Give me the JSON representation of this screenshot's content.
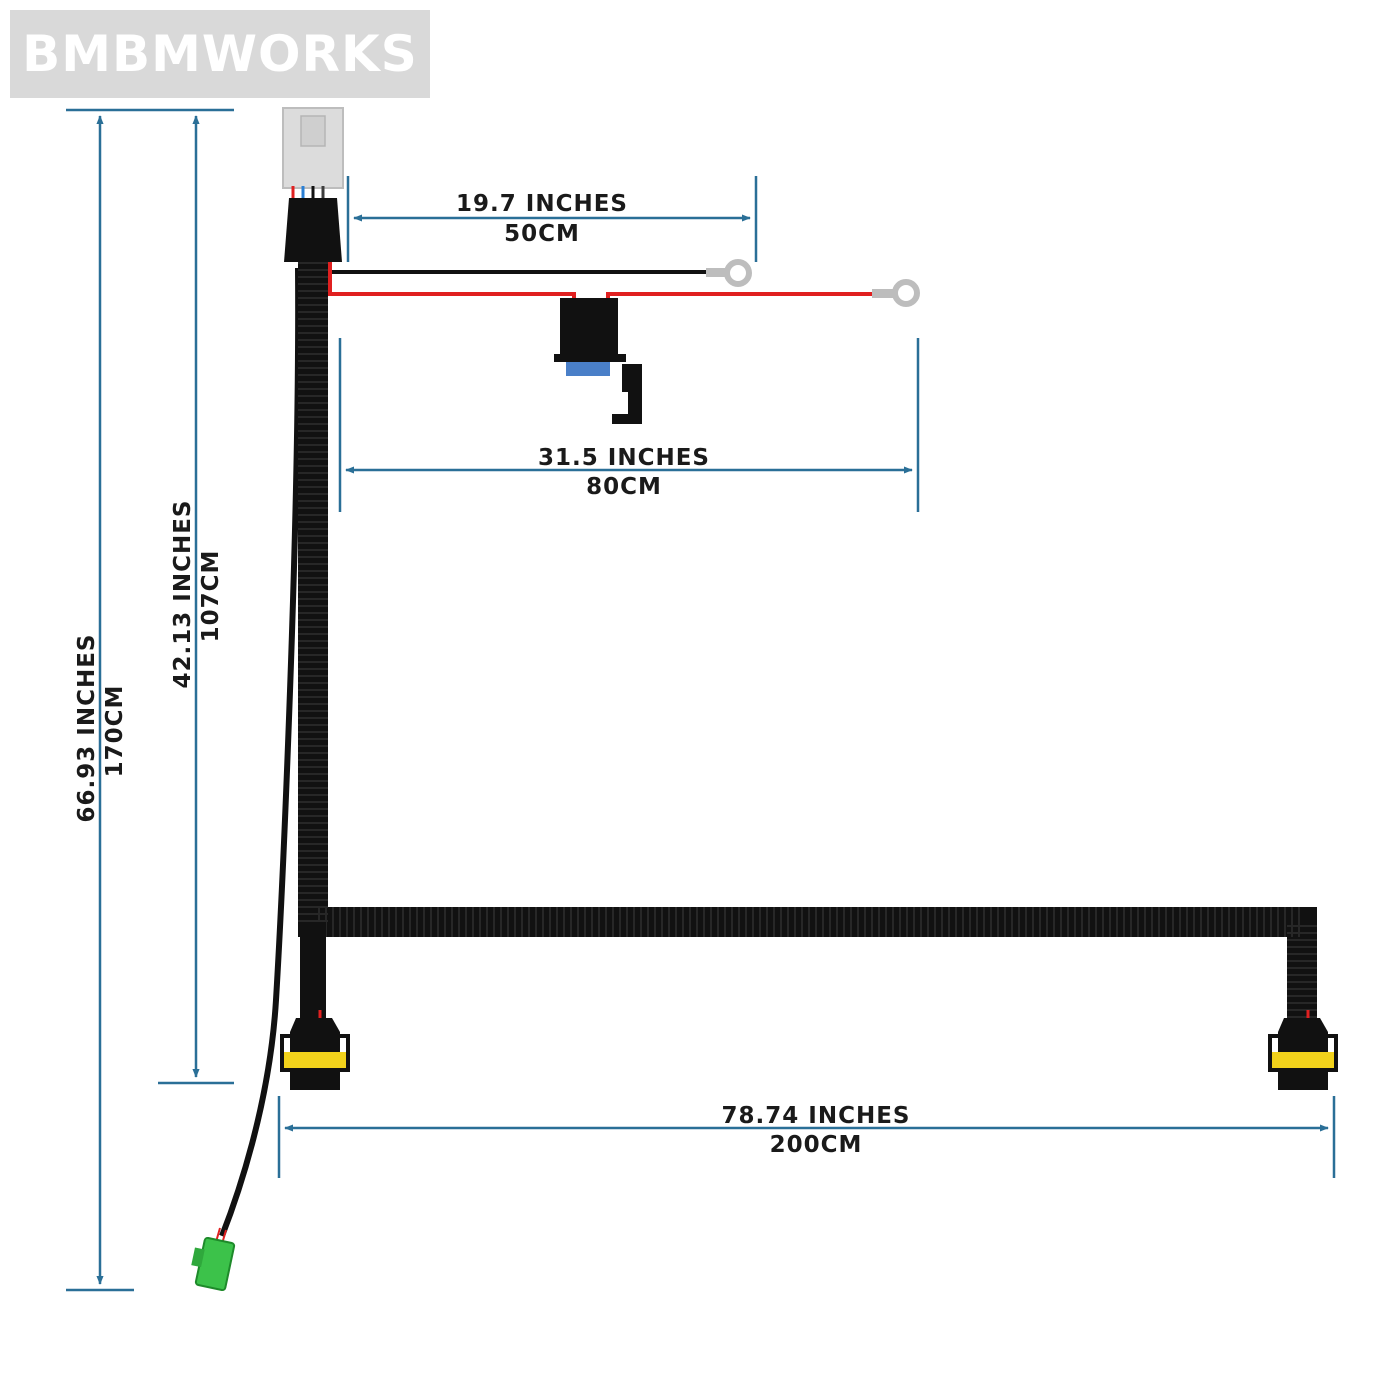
{
  "brand": {
    "watermark": "BMBMWORKS"
  },
  "colors": {
    "dimension_line": "#2a6f97",
    "cable": "#111111",
    "wire_red": "#e02020",
    "wire_black": "#111111",
    "connector_yellow": "#f2d21b",
    "connector_green": "#3cc24a",
    "connector_gray": "#dcdcdc",
    "relay_blue": "#4a7fc8"
  },
  "dimensions": {
    "top_wire": {
      "inches": "19.7 INCHES",
      "cm": "50CM"
    },
    "red_wire": {
      "inches": "31.5 INCHES",
      "cm": "80CM"
    },
    "main_horizontal": {
      "inches": "78.74 INCHES",
      "cm": "200CM"
    },
    "vertical_inner": {
      "inches": "42.13 INCHES",
      "cm": "107CM"
    },
    "vertical_outer": {
      "inches": "66.93 INCHES",
      "cm": "170CM"
    }
  }
}
